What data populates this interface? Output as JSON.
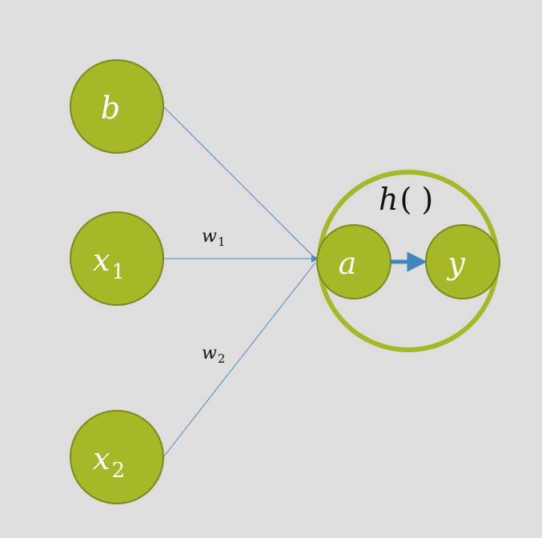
{
  "diagram": {
    "nodes": {
      "b": {
        "label": "b",
        "sub": ""
      },
      "x1": {
        "label": "x",
        "sub": "1"
      },
      "x2": {
        "label": "x",
        "sub": "2"
      },
      "a": {
        "label": "a",
        "sub": ""
      },
      "y": {
        "label": "y",
        "sub": ""
      }
    },
    "weights": {
      "w1": {
        "label": "w",
        "sub": "1"
      },
      "w2": {
        "label": "w",
        "sub": "2"
      }
    },
    "activation": {
      "label": "h",
      "parens": "( )"
    }
  },
  "colors": {
    "background": "#dedede",
    "node_fill": "#a6b727",
    "node_stroke": "#7b8a1c",
    "edge": "#4a8dbd",
    "arrow": "#3f86bd",
    "label": "#ffffff"
  }
}
